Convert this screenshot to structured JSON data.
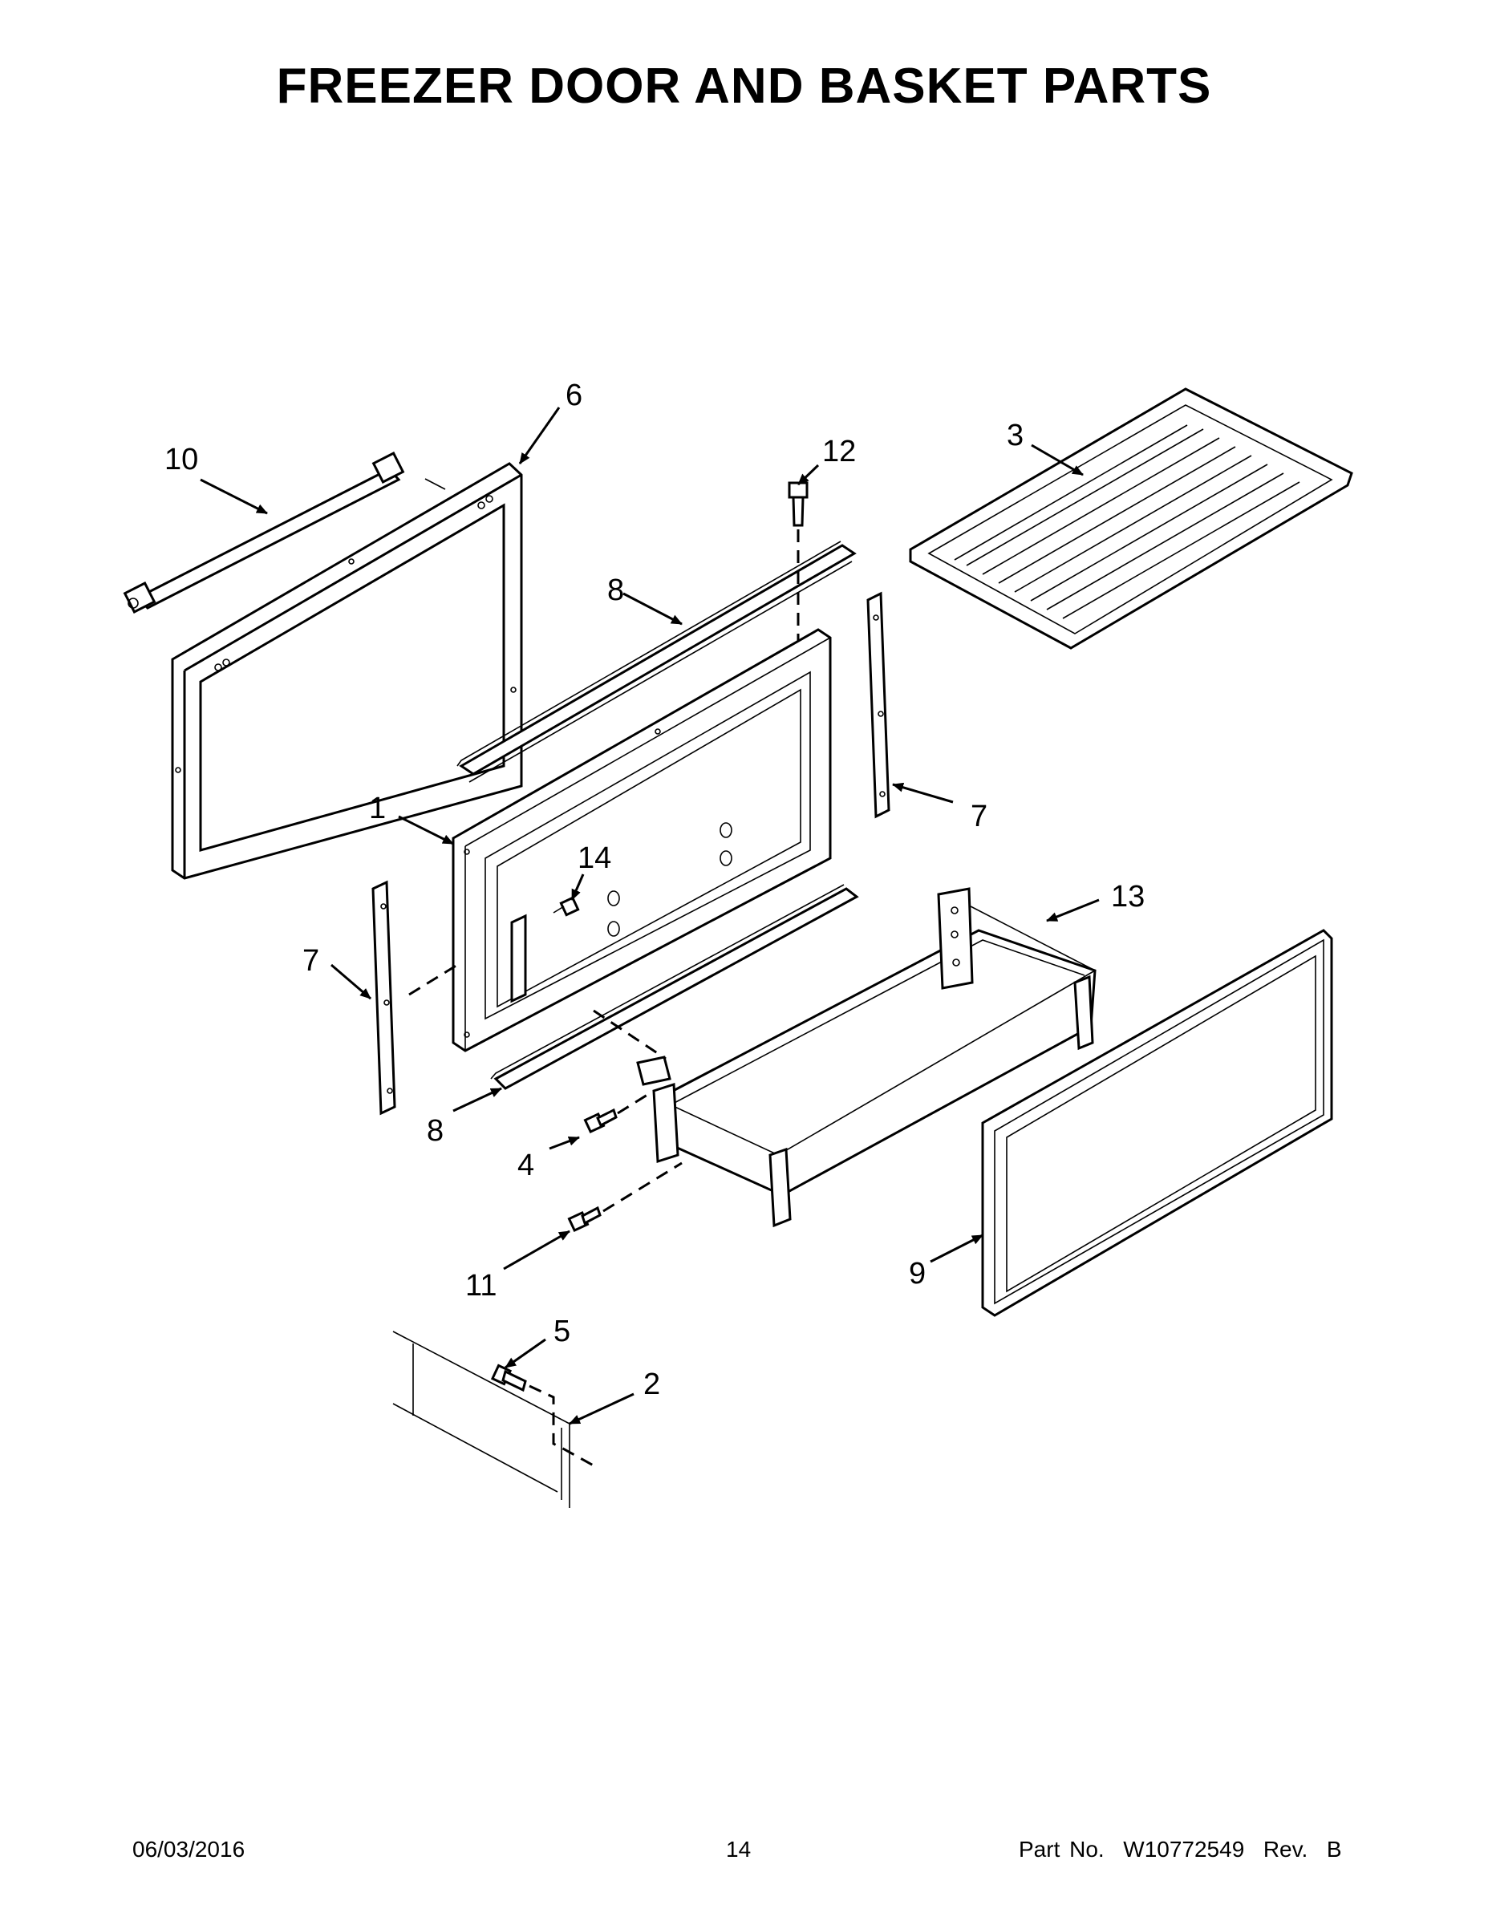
{
  "title": "FREEZER DOOR AND BASKET PARTS",
  "callouts": {
    "c1": "1",
    "c2": "2",
    "c3": "3",
    "c4": "4",
    "c5": "5",
    "c6": "6",
    "c7a": "7",
    "c7b": "7",
    "c8a": "8",
    "c8b": "8",
    "c9": "9",
    "c10": "10",
    "c11": "11",
    "c12": "12",
    "c13": "13",
    "c14": "14"
  },
  "footer": {
    "date": "06/03/2016",
    "page": "14",
    "part": "Part No.  W10772549  Rev.  B"
  }
}
